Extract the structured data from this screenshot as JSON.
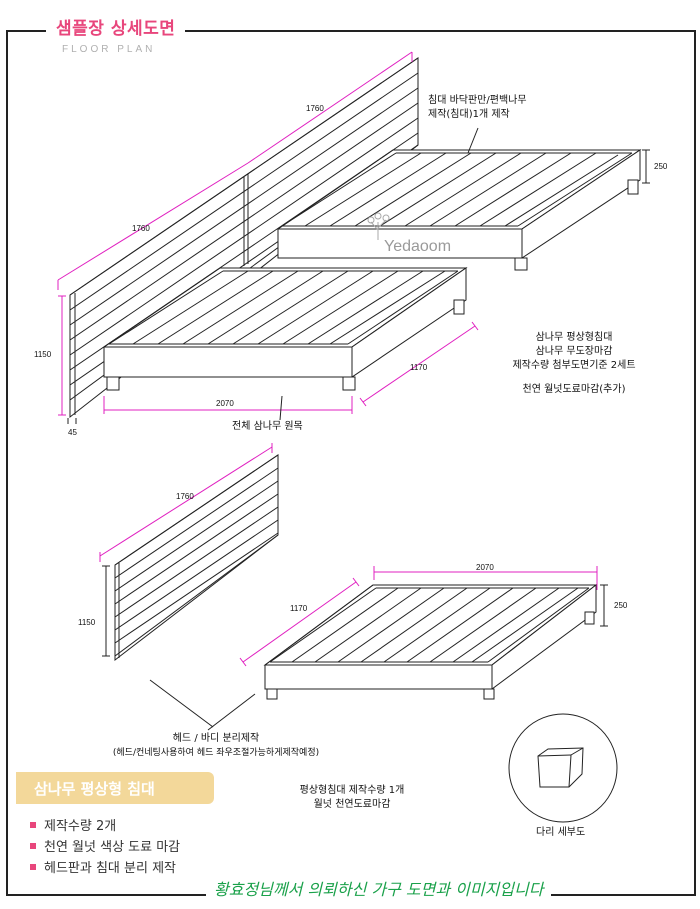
{
  "header": {
    "title": "샘플장 상세도면",
    "subtitle": "FLOOR PLAN"
  },
  "top_view": {
    "caption_top": [
      "침대 바닥판만/편백나무",
      "제작(침대)1개 제작"
    ],
    "caption_whole": "전체 삼나무 원목",
    "caption_right": [
      "삼나무 평상형침대",
      "삼나무 무도장마감",
      "제작수량 첨부도면기준 2세트",
      "천연 월넛도료마감(추가)"
    ],
    "dims": {
      "head_w_1": "1760",
      "head_w_2": "1760",
      "height": "1150",
      "depth": "45",
      "bed_len": "2070",
      "bed_w": "1170",
      "bed_h": "250"
    }
  },
  "bottom_view": {
    "dims": {
      "head_w": "1760",
      "height": "1150",
      "bed_w": "1170",
      "bed_len": "2070",
      "bed_h": "250"
    },
    "caption_sep": [
      "헤드 / 바디 분리제작",
      "(헤드/컨네팅사용하여 헤드 좌우조절가능하게제작예정)"
    ],
    "caption_qty": [
      "평상형침대 제작수량 1개",
      "월넛 천연도료마감"
    ],
    "detail_label": "다리 세부도"
  },
  "watermark": "Yedaoom",
  "banner": {
    "title": "삼나무 평상형 침대"
  },
  "features": [
    "제작수량 2개",
    "천연 월넛 색상 도료 마감",
    "헤드판과 침대 분리 제작"
  ],
  "footer": "황효정님께서 의뢰하신 가구 도면과 이미지입니다",
  "colors": {
    "accent_pink": "#e8467c",
    "dimension_magenta": "#e020c0",
    "banner": "#f3d89a",
    "footer_green": "#1aa14a"
  }
}
